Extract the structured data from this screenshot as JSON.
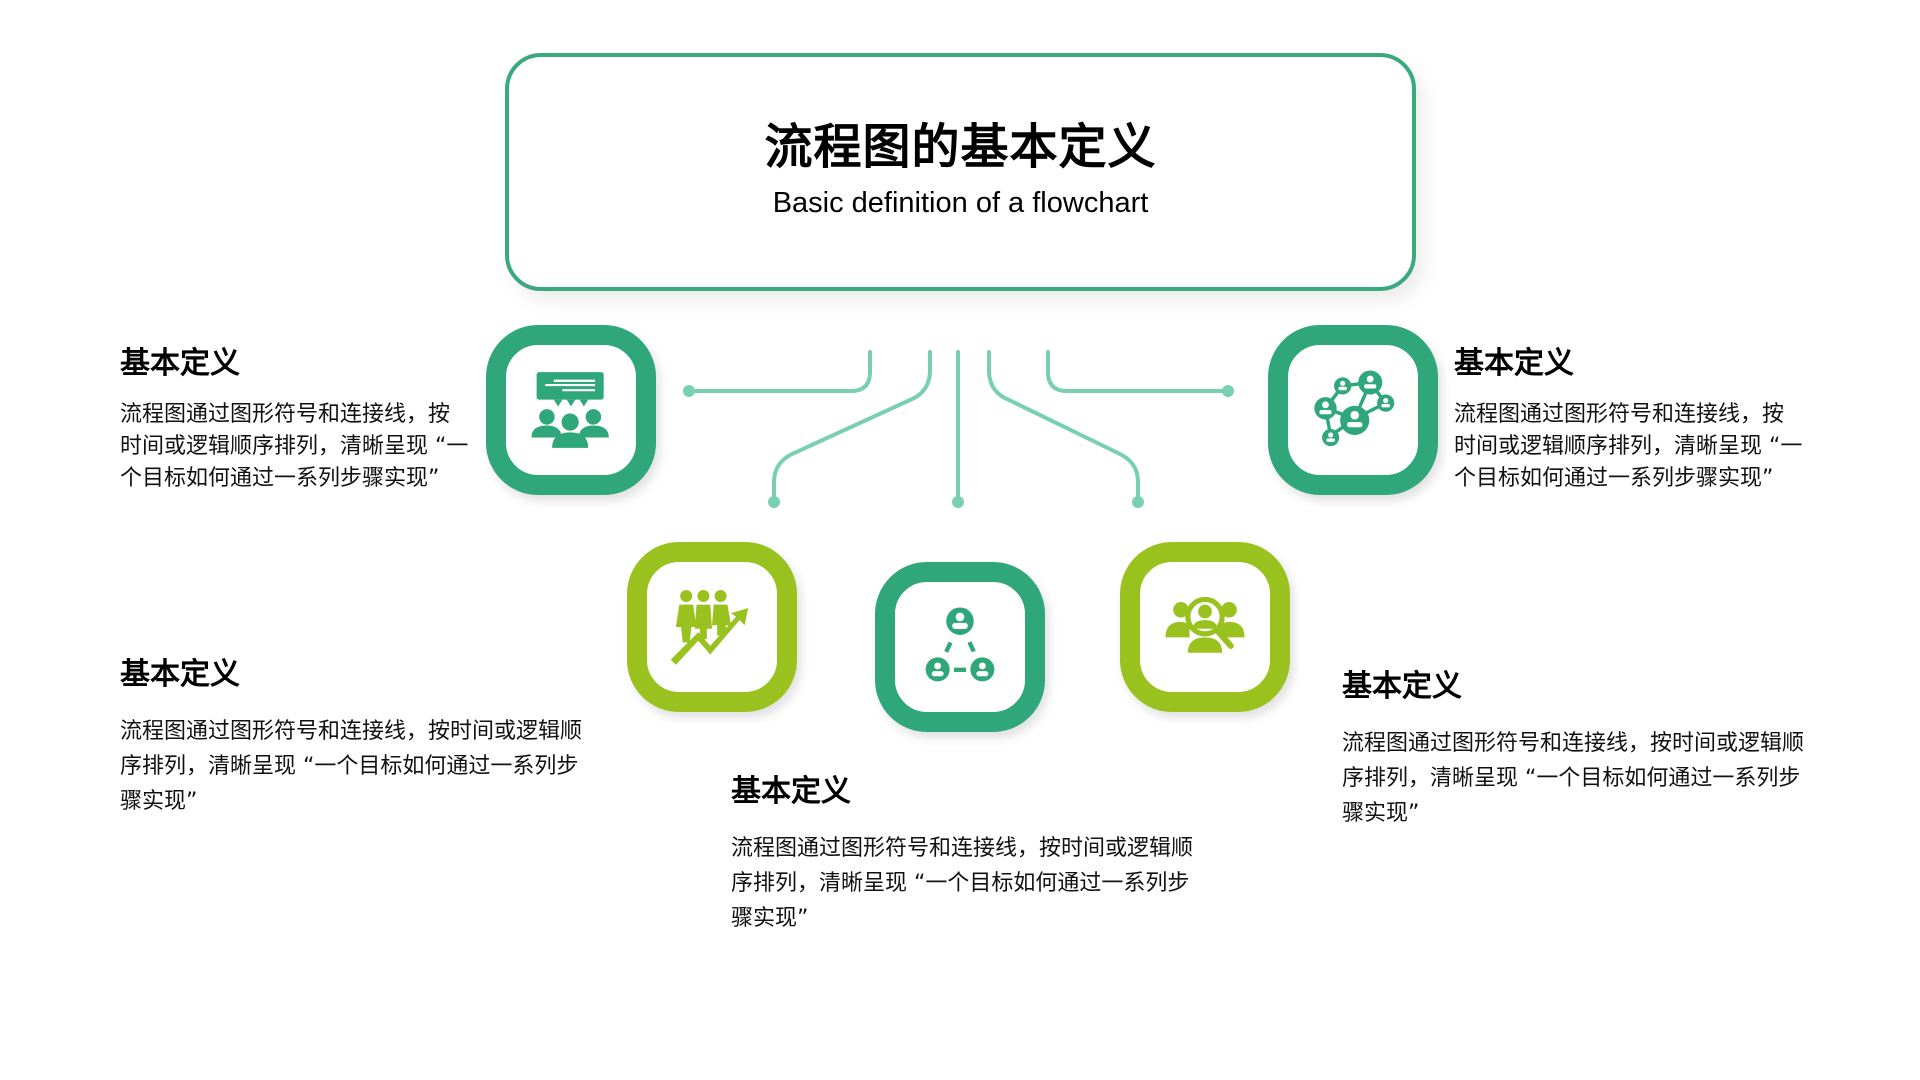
{
  "header": {
    "title": "流程图的基本定义",
    "subtitle": "Basic definition of a flowchart"
  },
  "colors": {
    "primary_green": "#2FA77A",
    "lime_green": "#9AC21E",
    "connector": "#79D0B0",
    "text": "#111111"
  },
  "nodes": [
    {
      "id": "top-left",
      "icon": "meeting-discussion-icon",
      "color": "#2FA77A",
      "heading": "基本定义",
      "body": "流程图通过图形符号和连接线，按时间或逻辑顺序排列，清晰呈现 “一个目标如何通过一系列步骤实现”"
    },
    {
      "id": "top-right",
      "icon": "people-network-icon",
      "color": "#2FA77A",
      "heading": "基本定义",
      "body": "流程图通过图形符号和连接线，按时间或逻辑顺序排列，清晰呈现 “一个目标如何通过一系列步骤实现”"
    },
    {
      "id": "bottom-left",
      "icon": "team-growth-chart-icon",
      "color": "#9AC21E",
      "heading": "基本定义",
      "body": "流程图通过图形符号和连接线，按时间或逻辑顺序排列，清晰呈现 “一个目标如何通过一系列步骤实现”"
    },
    {
      "id": "bottom-center",
      "icon": "user-triangle-connection-icon",
      "color": "#2FA77A",
      "heading": "基本定义",
      "body": "流程图通过图形符号和连接线，按时间或逻辑顺序排列，清晰呈现 “一个目标如何通过一系列步骤实现”"
    },
    {
      "id": "bottom-right",
      "icon": "user-search-icon",
      "color": "#9AC21E",
      "heading": "基本定义",
      "body": "流程图通过图形符号和连接线，按时间或逻辑顺序排列，清晰呈现 “一个目标如何通过一系列步骤实现”"
    }
  ]
}
